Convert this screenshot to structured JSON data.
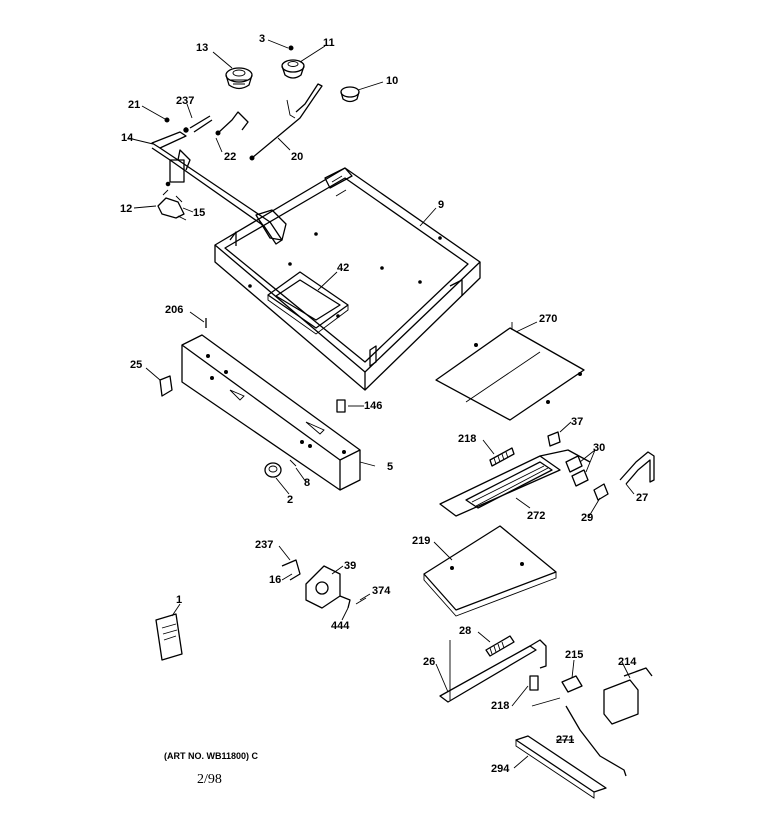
{
  "footer": {
    "art_number": "(ART NO. WB11800) C",
    "date": "2/98"
  },
  "callouts": [
    "3",
    "11",
    "13",
    "10",
    "21",
    "237",
    "14",
    "22",
    "20",
    "12",
    "15",
    "9",
    "42",
    "206",
    "270",
    "25",
    "146",
    "37",
    "218",
    "30",
    "5",
    "2",
    "8",
    "272",
    "29",
    "27",
    "219",
    "237",
    "39",
    "16",
    "374",
    "444",
    "1",
    "28",
    "215",
    "214",
    "26",
    "218",
    "271",
    "294"
  ]
}
